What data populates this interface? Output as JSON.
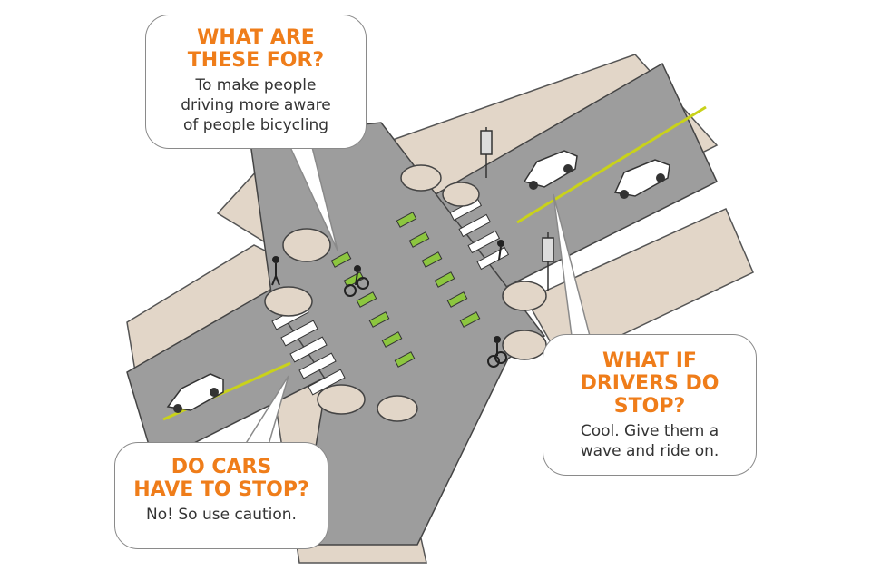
{
  "colors": {
    "asphalt": "#9d9d9d",
    "sidewalk": "#e2d6c8",
    "crossing_green": "#8cc63f",
    "center_line": "#c9d21a",
    "heading_orange": "#ef7d1a",
    "body_text": "#333333"
  },
  "callouts": [
    {
      "id": "b1",
      "question": "WHAT ARE\nTHESE FOR?",
      "answer": "To make people\ndriving more aware\nof people bicycling"
    },
    {
      "id": "b2",
      "question": "WHAT IF\nDRIVERS DO\nSTOP?",
      "answer": "Cool. Give them a\nwave and ride on."
    },
    {
      "id": "b3",
      "question": "DO CARS\nHAVE TO STOP?",
      "answer": "No! So use caution."
    }
  ],
  "scene_elements": [
    "intersection",
    "green-bike-crossing-markings",
    "zebra-crosswalks",
    "cars",
    "person-walking",
    "people-bicycling",
    "traffic-signs"
  ]
}
